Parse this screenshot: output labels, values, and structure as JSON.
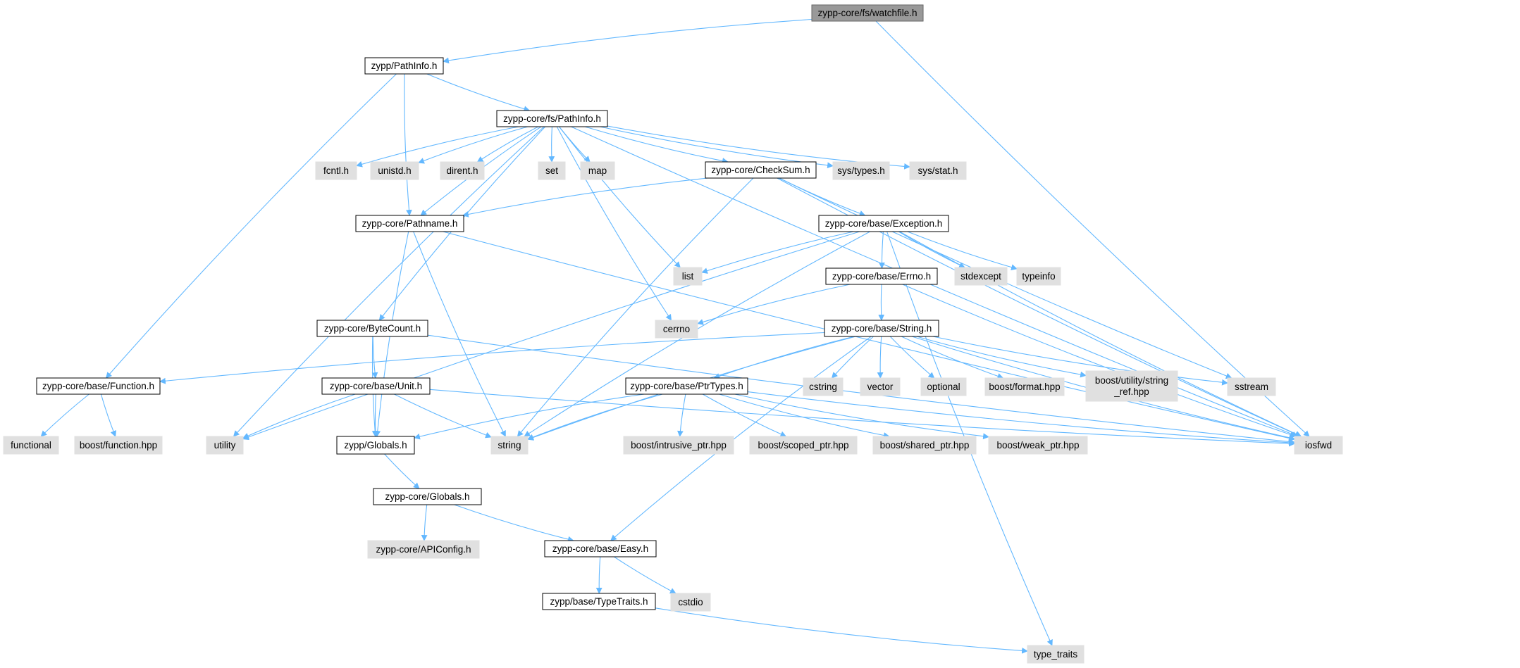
{
  "colors": {
    "root_fill": "#999999",
    "header_fill": "#ffffff",
    "external_fill": "#e0e0e0",
    "node_border": "#666666",
    "header_border": "#000000",
    "edge": "#63b8ff"
  },
  "nodes": {
    "watchfile": {
      "label": "zypp-core/fs/watchfile.h",
      "kind": "root"
    },
    "zypp_pathinfo": {
      "label": "zypp/PathInfo.h",
      "kind": "header"
    },
    "core_pathinfo": {
      "label": "zypp-core/fs/PathInfo.h",
      "kind": "header"
    },
    "fcntl": {
      "label": "fcntl.h",
      "kind": "external"
    },
    "unistd": {
      "label": "unistd.h",
      "kind": "external"
    },
    "dirent": {
      "label": "dirent.h",
      "kind": "external"
    },
    "set": {
      "label": "set",
      "kind": "external"
    },
    "map": {
      "label": "map",
      "kind": "external"
    },
    "checksum": {
      "label": "zypp-core/CheckSum.h",
      "kind": "header"
    },
    "systypes": {
      "label": "sys/types.h",
      "kind": "external"
    },
    "sysstat": {
      "label": "sys/stat.h",
      "kind": "external"
    },
    "pathname": {
      "label": "zypp-core/Pathname.h",
      "kind": "header"
    },
    "exception": {
      "label": "zypp-core/base/Exception.h",
      "kind": "header"
    },
    "list": {
      "label": "list",
      "kind": "external"
    },
    "stdexcept": {
      "label": "stdexcept",
      "kind": "external"
    },
    "typeinfo": {
      "label": "typeinfo",
      "kind": "external"
    },
    "errno": {
      "label": "zypp-core/base/Errno.h",
      "kind": "header"
    },
    "cerrno": {
      "label": "cerrno",
      "kind": "external"
    },
    "bytecount": {
      "label": "zypp-core/ByteCount.h",
      "kind": "header"
    },
    "string_h": {
      "label": "zypp-core/base/String.h",
      "kind": "header"
    },
    "function": {
      "label": "zypp-core/base/Function.h",
      "kind": "header"
    },
    "unit": {
      "label": "zypp-core/base/Unit.h",
      "kind": "header"
    },
    "ptrtypes": {
      "label": "zypp-core/base/PtrTypes.h",
      "kind": "header"
    },
    "cstring": {
      "label": "cstring",
      "kind": "external"
    },
    "vector": {
      "label": "vector",
      "kind": "external"
    },
    "optional": {
      "label": "optional",
      "kind": "external"
    },
    "boostformat": {
      "label": "boost/format.hpp",
      "kind": "external"
    },
    "boostutility": {
      "label": "boost/utility/string\n_ref.hpp",
      "kind": "external"
    },
    "sstream": {
      "label": "sstream",
      "kind": "external"
    },
    "functional": {
      "label": "functional",
      "kind": "external"
    },
    "boostfunction": {
      "label": "boost/function.hpp",
      "kind": "external"
    },
    "utility": {
      "label": "utility",
      "kind": "external"
    },
    "zyppglobals": {
      "label": "zypp/Globals.h",
      "kind": "header"
    },
    "string": {
      "label": "string",
      "kind": "external"
    },
    "intrusive": {
      "label": "boost/intrusive_ptr.hpp",
      "kind": "external"
    },
    "scoped": {
      "label": "boost/scoped_ptr.hpp",
      "kind": "external"
    },
    "shared": {
      "label": "boost/shared_ptr.hpp",
      "kind": "external"
    },
    "weak": {
      "label": "boost/weak_ptr.hpp",
      "kind": "external"
    },
    "iosfwd": {
      "label": "iosfwd",
      "kind": "external"
    },
    "coreglobals": {
      "label": "zypp-core/Globals.h",
      "kind": "header"
    },
    "apiconfig": {
      "label": "zypp-core/APIConfig.h",
      "kind": "external"
    },
    "easy": {
      "label": "zypp-core/base/Easy.h",
      "kind": "header"
    },
    "typetraits_h": {
      "label": "zypp/base/TypeTraits.h",
      "kind": "header"
    },
    "cstdio": {
      "label": "cstdio",
      "kind": "external"
    },
    "type_traits": {
      "label": "type_traits",
      "kind": "external"
    }
  },
  "edges": [
    [
      "watchfile",
      "zypp_pathinfo"
    ],
    [
      "watchfile",
      "iosfwd"
    ],
    [
      "zypp_pathinfo",
      "core_pathinfo"
    ],
    [
      "zypp_pathinfo",
      "pathname"
    ],
    [
      "zypp_pathinfo",
      "function"
    ],
    [
      "core_pathinfo",
      "fcntl"
    ],
    [
      "core_pathinfo",
      "unistd"
    ],
    [
      "core_pathinfo",
      "dirent"
    ],
    [
      "core_pathinfo",
      "set"
    ],
    [
      "core_pathinfo",
      "map"
    ],
    [
      "core_pathinfo",
      "checksum"
    ],
    [
      "core_pathinfo",
      "systypes"
    ],
    [
      "core_pathinfo",
      "sysstat"
    ],
    [
      "core_pathinfo",
      "pathname"
    ],
    [
      "core_pathinfo",
      "list"
    ],
    [
      "core_pathinfo",
      "cerrno"
    ],
    [
      "core_pathinfo",
      "bytecount"
    ],
    [
      "core_pathinfo",
      "utility"
    ],
    [
      "core_pathinfo",
      "iosfwd"
    ],
    [
      "checksum",
      "pathname"
    ],
    [
      "checksum",
      "exception"
    ],
    [
      "checksum",
      "string"
    ],
    [
      "checksum",
      "sstream"
    ],
    [
      "checksum",
      "iosfwd"
    ],
    [
      "pathname",
      "zyppglobals"
    ],
    [
      "pathname",
      "string"
    ],
    [
      "pathname",
      "iosfwd"
    ],
    [
      "exception",
      "list"
    ],
    [
      "exception",
      "stdexcept"
    ],
    [
      "exception",
      "typeinfo"
    ],
    [
      "exception",
      "errno"
    ],
    [
      "exception",
      "string"
    ],
    [
      "exception",
      "utility"
    ],
    [
      "exception",
      "iosfwd"
    ],
    [
      "exception",
      "type_traits"
    ],
    [
      "errno",
      "cerrno"
    ],
    [
      "errno",
      "string_h"
    ],
    [
      "errno",
      "iosfwd"
    ],
    [
      "bytecount",
      "unit"
    ],
    [
      "bytecount",
      "zyppglobals"
    ],
    [
      "bytecount",
      "iosfwd"
    ],
    [
      "string_h",
      "function"
    ],
    [
      "string_h",
      "ptrtypes"
    ],
    [
      "string_h",
      "cstring"
    ],
    [
      "string_h",
      "vector"
    ],
    [
      "string_h",
      "optional"
    ],
    [
      "string_h",
      "boostformat"
    ],
    [
      "string_h",
      "boostutility"
    ],
    [
      "string_h",
      "sstream"
    ],
    [
      "string_h",
      "string"
    ],
    [
      "string_h",
      "iosfwd"
    ],
    [
      "string_h",
      "easy"
    ],
    [
      "function",
      "functional"
    ],
    [
      "function",
      "boostfunction"
    ],
    [
      "unit",
      "utility"
    ],
    [
      "unit",
      "zyppglobals"
    ],
    [
      "unit",
      "string"
    ],
    [
      "unit",
      "iosfwd"
    ],
    [
      "ptrtypes",
      "zyppglobals"
    ],
    [
      "ptrtypes",
      "string"
    ],
    [
      "ptrtypes",
      "intrusive"
    ],
    [
      "ptrtypes",
      "scoped"
    ],
    [
      "ptrtypes",
      "shared"
    ],
    [
      "ptrtypes",
      "weak"
    ],
    [
      "ptrtypes",
      "iosfwd"
    ],
    [
      "zyppglobals",
      "coreglobals"
    ],
    [
      "coreglobals",
      "apiconfig"
    ],
    [
      "coreglobals",
      "easy"
    ],
    [
      "easy",
      "typetraits_h"
    ],
    [
      "easy",
      "cstdio"
    ],
    [
      "typetraits_h",
      "type_traits"
    ]
  ]
}
